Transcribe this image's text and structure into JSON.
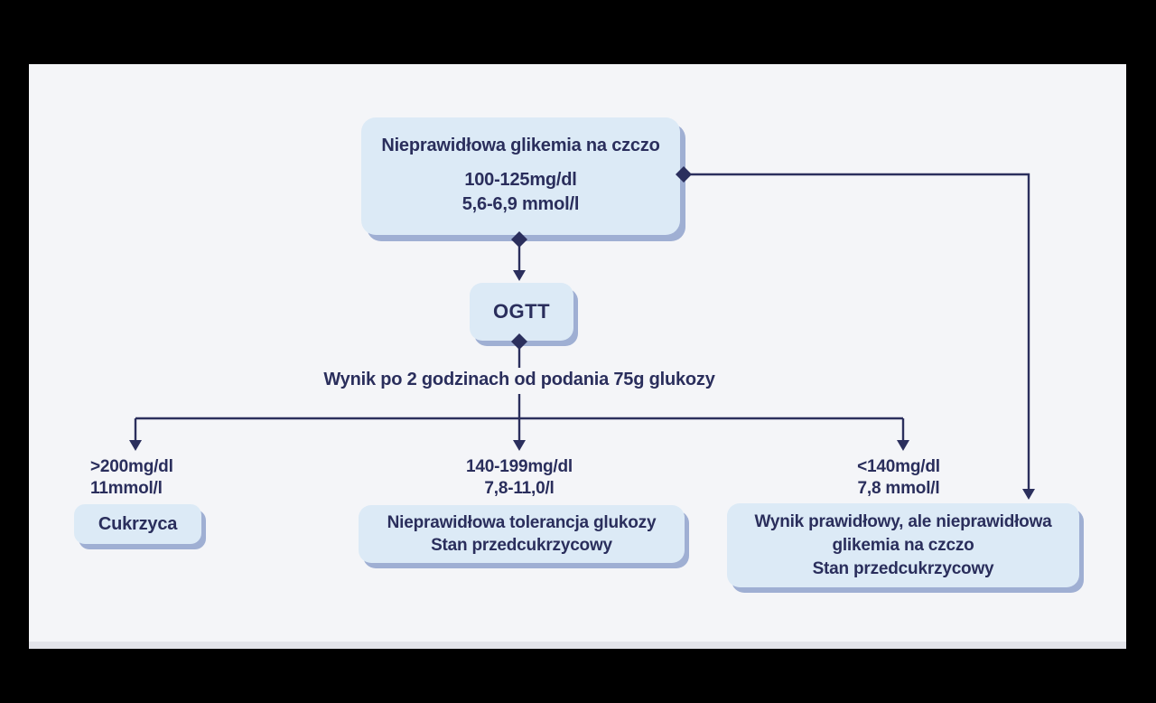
{
  "colors": {
    "outer_background": "#000000",
    "card_background": "#f4f5f8",
    "node_fill": "#dceaf6",
    "node_shadow": "#9fafd3",
    "ink": "#2a2e5c"
  },
  "flowchart": {
    "top_box": {
      "title": "Nieprawidłowa glikemia na czczo",
      "range_mgdl": "100-125mg/dl",
      "range_mmoll": "5,6-6,9 mmol/l"
    },
    "ogtt": {
      "label": "OGTT"
    },
    "question": "Wynik po 2 godzinach od podania 75g glukozy",
    "branches": [
      {
        "threshold_line1": ">200mg/dl",
        "threshold_line2": "11mmol/l",
        "result_line1": "Cukrzyca"
      },
      {
        "threshold_line1": "140-199mg/dl",
        "threshold_line2": "7,8-11,0/l",
        "result_line1": "Nieprawidłowa tolerancja glukozy",
        "result_line2": "Stan przedcukrzycowy"
      },
      {
        "threshold_line1": "<140mg/dl",
        "threshold_line2": "7,8 mmol/l",
        "result_line1": "Wynik prawidłowy, ale nieprawidłowa",
        "result_line2": "glikemia na czczo",
        "result_line3": "Stan przedcukrzycowy"
      }
    ]
  }
}
